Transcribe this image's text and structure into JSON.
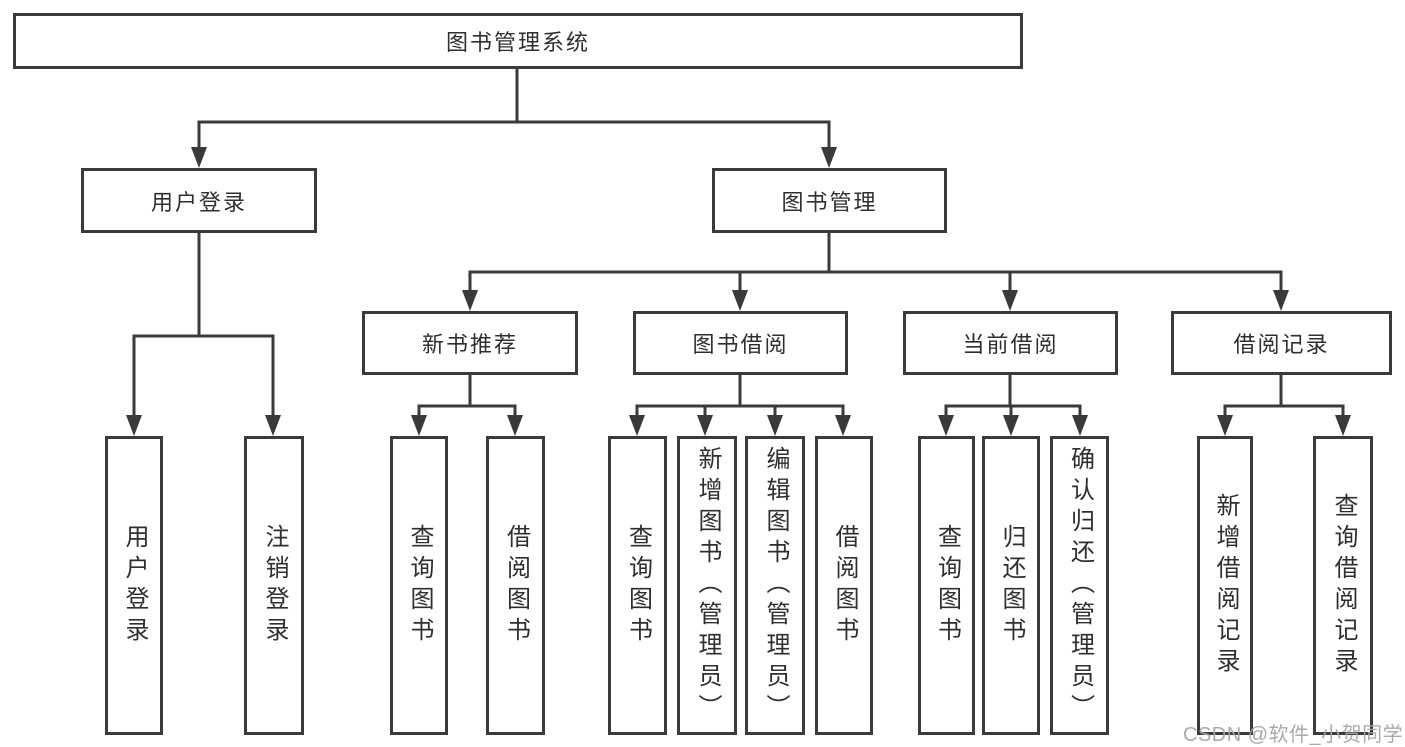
{
  "diagram": {
    "title": "图书管理系统",
    "watermark": "CSDN @软件_小贺同学",
    "colors": {
      "line": "#3a3a3a",
      "text": "#2f2f2f",
      "background": "#ffffff",
      "watermark": "#a5a5a5"
    },
    "tree": {
      "label": "图书管理系统",
      "children": [
        {
          "label": "用户登录",
          "children": [
            {
              "label": "用户登录"
            },
            {
              "label": "注销登录"
            }
          ]
        },
        {
          "label": "图书管理",
          "children": [
            {
              "label": "新书推荐",
              "children": [
                {
                  "label": "查询图书"
                },
                {
                  "label": "借阅图书"
                }
              ]
            },
            {
              "label": "图书借阅",
              "children": [
                {
                  "label": "查询图书"
                },
                {
                  "label": "新增图书（管理员）"
                },
                {
                  "label": "编辑图书（管理员）"
                },
                {
                  "label": "借阅图书"
                }
              ]
            },
            {
              "label": "当前借阅",
              "children": [
                {
                  "label": "查询图书"
                },
                {
                  "label": "归还图书"
                },
                {
                  "label": "确认归还（管理员）"
                }
              ]
            },
            {
              "label": "借阅记录",
              "children": [
                {
                  "label": "新增借阅记录"
                },
                {
                  "label": "查询借阅记录"
                }
              ]
            }
          ]
        }
      ]
    }
  }
}
